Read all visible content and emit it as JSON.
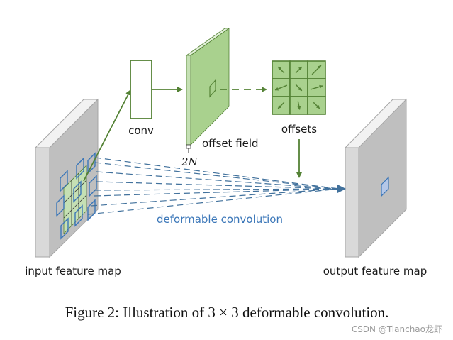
{
  "figure": {
    "labels": {
      "conv": "conv",
      "offset_field": "offset field",
      "offset_channels": "2N",
      "offsets": "offsets",
      "deformable_convolution": "deformable convolution",
      "input_feature_map": "input feature map",
      "output_feature_map": "output feature map"
    },
    "caption": "Figure 2: Illustration of 3 × 3 deformable convolution.",
    "watermark": "CSDN @Tianchao龙虾",
    "offsets_grid": {
      "rows": 3,
      "cols": 3,
      "arrow_directions": [
        "up-left",
        "up-right",
        "up-right",
        "left",
        "down-right",
        "right",
        "down-left",
        "down",
        "down-right"
      ]
    },
    "colors": {
      "green": "#548235",
      "green_fill": "#a9d18e",
      "green_light": "#c5e0b4",
      "blue": "#3a76b8",
      "blue_dash": "#41719c",
      "gray_face": "#bfbfbf",
      "gray_side": "#d9d9d9",
      "gray_top": "#f2f2f2"
    }
  }
}
